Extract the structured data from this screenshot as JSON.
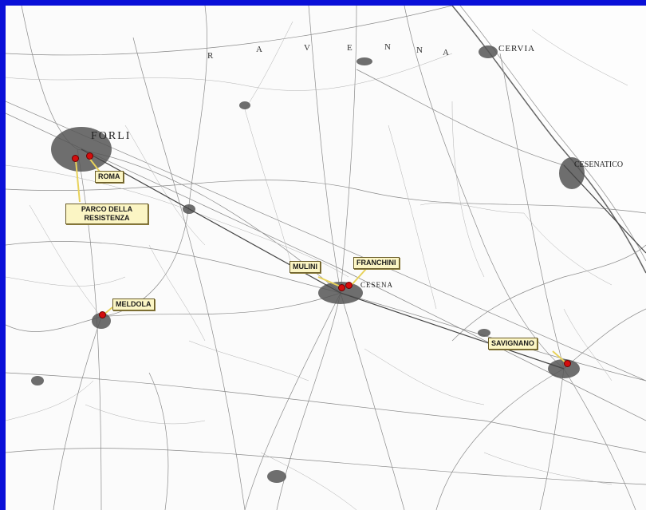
{
  "map": {
    "places": {
      "forli": "FORLI",
      "cesena": "CESENA",
      "cervia": "CERVIA",
      "cesenatico": "CESENATICO",
      "ravenna_letters": [
        "R",
        "A",
        "V",
        "E",
        "N",
        "N",
        "A"
      ]
    },
    "labels": {
      "roma": "ROMA",
      "parco": "PARCO DELLA RESISTENZA",
      "meldola": "MELDOLA",
      "mulini": "MULINI",
      "franchini": "FRANCHINI",
      "savignano": "SAVIGNANO"
    },
    "colors": {
      "border": "#0a10d8",
      "marker": "#d40d0d",
      "label_bg": "#fbf5c4"
    }
  }
}
